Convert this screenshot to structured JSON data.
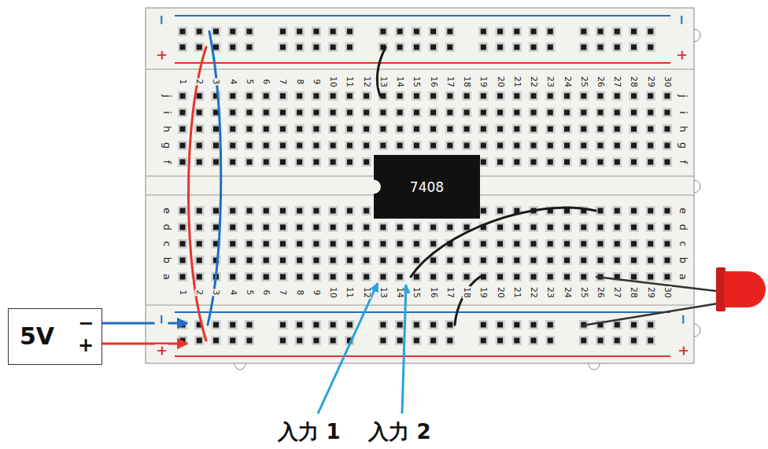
{
  "diagram": {
    "nodes": [
      {
        "text": [
          "7408"
        ]
      },
      {
        "text": [
          "5V",
          "−",
          "+"
        ]
      }
    ],
    "labels": [
      "−",
      "−",
      "+",
      "+",
      "1",
      "2",
      "3",
      "4",
      "5",
      "6",
      "7",
      "8",
      "9",
      "10",
      "11",
      "12",
      "13",
      "14",
      "15",
      "16",
      "17",
      "18",
      "19",
      "20",
      "21",
      "22",
      "23",
      "24",
      "25",
      "26",
      "27",
      "28",
      "29",
      "30",
      "j",
      "i",
      "h",
      "g",
      "f",
      "j",
      "i",
      "h",
      "g",
      "f",
      "e",
      "d",
      "c",
      "b",
      "a",
      "e",
      "d",
      "c",
      "b",
      "a",
      "1",
      "2",
      "3",
      "4",
      "5",
      "6",
      "7",
      "8",
      "9",
      "10",
      "11",
      "12",
      "13",
      "14",
      "15",
      "16",
      "17",
      "18",
      "19",
      "20",
      "21",
      "22",
      "23",
      "24",
      "25",
      "26",
      "27",
      "28",
      "29",
      "30",
      "−",
      "−",
      "+",
      "+",
      "入力 1",
      "入力 2"
    ]
  }
}
